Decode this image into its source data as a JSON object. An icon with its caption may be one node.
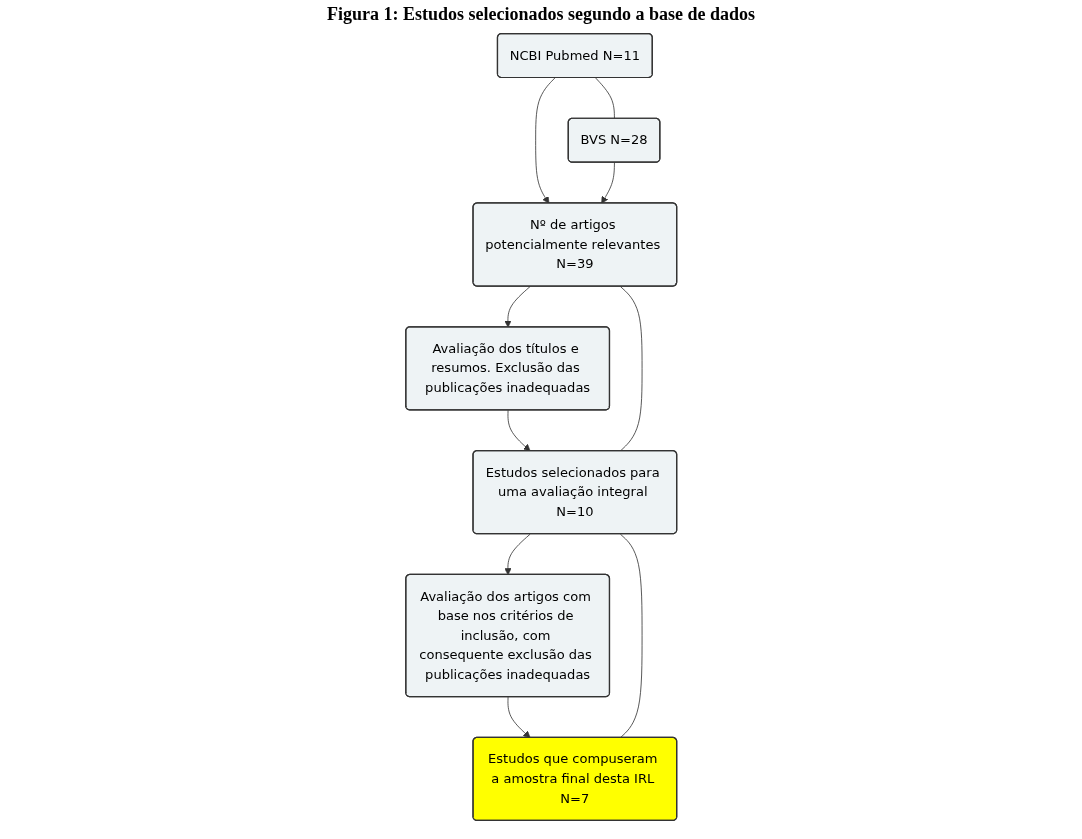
{
  "diagram": {
    "title": "Figura 1: Estudos selecionados segundo a base de dados",
    "nodes": [
      {
        "text": [
          "NCBI Pubmed N=11"
        ]
      },
      {
        "text": [
          "BVS N=28"
        ]
      },
      {
        "text": [
          "Nº de artigos potencialmente relevantes N=39"
        ]
      },
      {
        "text": [
          "Avaliação dos títulos e resumos. Exclusão das publicações inadequadas"
        ]
      },
      {
        "text": [
          "Estudos selecionados para uma avaliação integral N=10"
        ]
      },
      {
        "text": [
          "Avaliação dos artigos com base nos critérios de inclusão, com consequente exclusão das publicações inadequadas"
        ]
      },
      {
        "text": [
          "Estudos que compuseram a amostra final desta IRL N=7"
        ]
      }
    ],
    "edges": [
      {
        "from": 0,
        "to": 1,
        "arrow": "none"
      },
      {
        "from": 0,
        "to": 2,
        "arrow": "to"
      },
      {
        "from": 1,
        "to": 2,
        "arrow": "to"
      },
      {
        "from": 2,
        "to": 3,
        "arrow": "to"
      },
      {
        "from": 3,
        "to": 4,
        "arrow": "to"
      },
      {
        "from": 2,
        "to": 4,
        "arrow": "none"
      },
      {
        "from": 4,
        "to": 5,
        "arrow": "to"
      },
      {
        "from": 5,
        "to": 6,
        "arrow": "to"
      },
      {
        "from": 4,
        "to": 6,
        "arrow": "none"
      }
    ]
  }
}
